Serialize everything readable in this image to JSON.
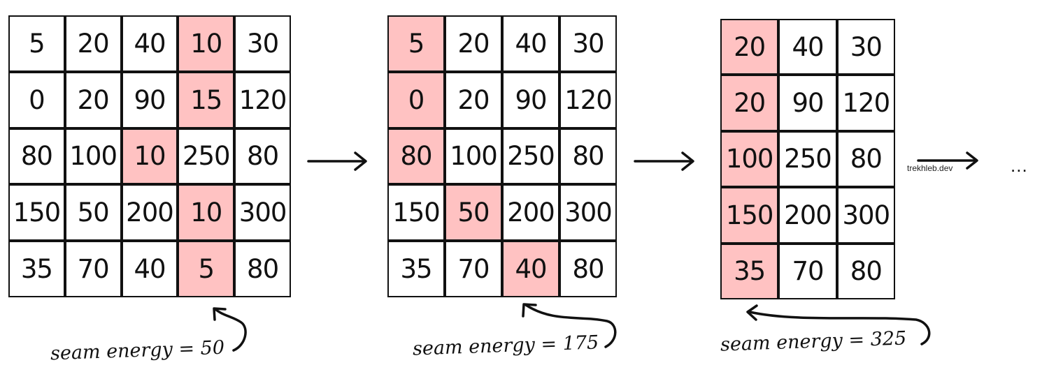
{
  "colors": {
    "highlight": "#ffc2c2",
    "ink": "#111111"
  },
  "grids": [
    {
      "cols": 5,
      "cells": [
        [
          "5",
          "20",
          "40",
          "10",
          "30"
        ],
        [
          "0",
          "20",
          "90",
          "15",
          "120"
        ],
        [
          "80",
          "100",
          "10",
          "250",
          "80"
        ],
        [
          "150",
          "50",
          "200",
          "10",
          "300"
        ],
        [
          "35",
          "70",
          "40",
          "5",
          "80"
        ]
      ],
      "seam": [
        [
          0,
          3
        ],
        [
          1,
          3
        ],
        [
          2,
          2
        ],
        [
          3,
          3
        ],
        [
          4,
          3
        ]
      ],
      "label": "seam energy = 50"
    },
    {
      "cols": 4,
      "cells": [
        [
          "5",
          "20",
          "40",
          "30"
        ],
        [
          "0",
          "20",
          "90",
          "120"
        ],
        [
          "80",
          "100",
          "250",
          "80"
        ],
        [
          "150",
          "50",
          "200",
          "300"
        ],
        [
          "35",
          "70",
          "40",
          "80"
        ]
      ],
      "seam": [
        [
          0,
          0
        ],
        [
          1,
          0
        ],
        [
          2,
          0
        ],
        [
          3,
          1
        ],
        [
          4,
          2
        ]
      ],
      "label": "seam energy = 175"
    },
    {
      "cols": 3,
      "cells": [
        [
          "20",
          "40",
          "30"
        ],
        [
          "20",
          "90",
          "120"
        ],
        [
          "100",
          "250",
          "80"
        ],
        [
          "150",
          "200",
          "300"
        ],
        [
          "35",
          "70",
          "80"
        ]
      ],
      "seam": [
        [
          0,
          0
        ],
        [
          1,
          0
        ],
        [
          2,
          0
        ],
        [
          3,
          0
        ],
        [
          4,
          0
        ]
      ],
      "label": "seam energy = 325"
    }
  ],
  "watermark": "trekhleb.dev",
  "ellipsis": "..."
}
